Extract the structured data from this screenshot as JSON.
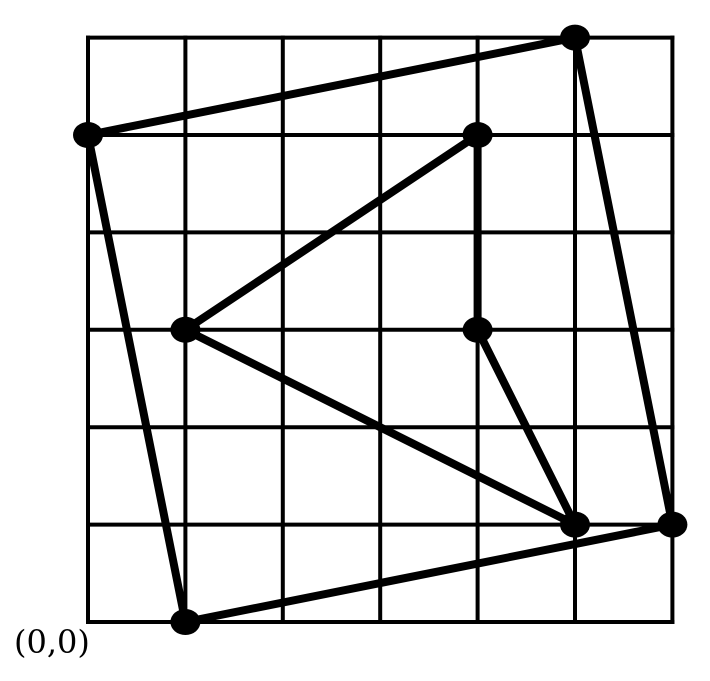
{
  "diagram": {
    "origin_label": "(0,0)",
    "grid": {
      "columns": 6,
      "rows": 6
    },
    "colors": {
      "stroke": "#000000",
      "background": "#ffffff"
    },
    "outer_polygon": [
      [
        1,
        0
      ],
      [
        0,
        5
      ],
      [
        5,
        6
      ],
      [
        6,
        1
      ]
    ],
    "inner_polygon": [
      [
        1,
        3
      ],
      [
        4,
        5
      ],
      [
        4,
        3
      ],
      [
        5,
        1
      ]
    ]
  }
}
